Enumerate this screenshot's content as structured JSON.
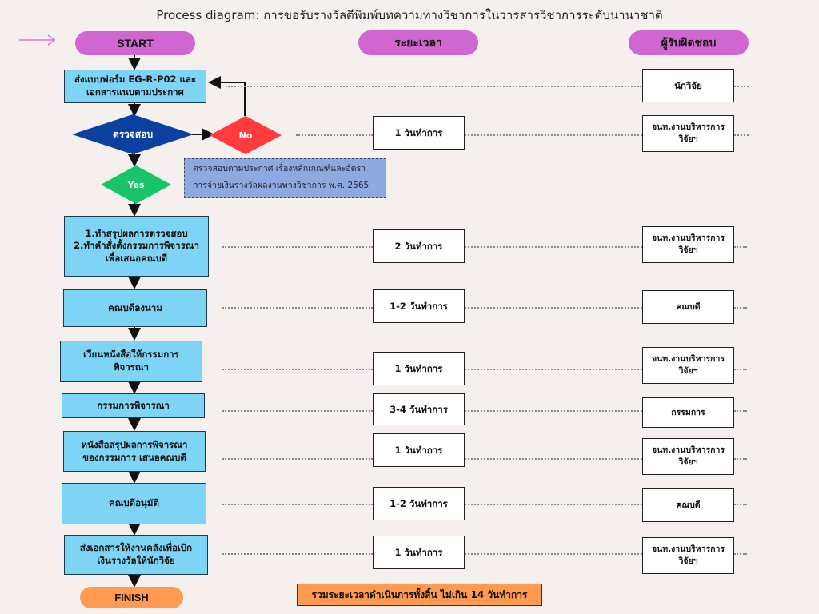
{
  "title": "Process diagram: การขอรับรางวัลตีพิมพ์บทความทางวิชาการในวารสารวิชาการระดับนานาชาติ",
  "headers": {
    "start": "START",
    "duration": "ระยะเวลา",
    "responsible": "ผู้รับผิดชอบ"
  },
  "steps": [
    {
      "text": "ส่งแบบฟอร์ม EG-R-P02 และ\nเอกสารแนบตามประกาศ",
      "duration": "",
      "responsible": "นักวิจัย"
    },
    {
      "text": "ตรวจสอบ",
      "duration": "1 วันทำการ",
      "responsible": "จนท.งานบริหารการ\nวิจัยฯ"
    },
    {
      "text": "1.ทำสรุปผลการตรวจสอบ\n2.ทำคำสั่งตั้งกรรมการพิจารณา\nเพื่อเสนอคณบดี",
      "duration": "2 วันทำการ",
      "responsible": "จนท.งานบริหารการ\nวิจัยฯ"
    },
    {
      "text": "คณบดีลงนาม",
      "duration": "1-2 วันทำการ",
      "responsible": "คณบดี"
    },
    {
      "text": "เวียนหนังสือให้กรรมการ\nพิจารณา",
      "duration": "1  วันทำการ",
      "responsible": "จนท.งานบริหารการ\nวิจัยฯ"
    },
    {
      "text": "กรรมการพิจารณา",
      "duration": "3-4 วันทำการ",
      "responsible": "กรรมการ"
    },
    {
      "text": "หนังสือสรุปผลการพิจารณา\nของกรรมการ เสนอคณบดี",
      "duration": "1 วันทำการ",
      "responsible": "จนท.งานบริหารการ\nวิจัยฯ"
    },
    {
      "text": "คณบดีอนุมัติ",
      "duration": "1-2 วันทำการ",
      "responsible": "คณบดี"
    },
    {
      "text": "ส่งเอกสารให้งานคลังเพื่อเบิก\nเงินรางวัลให้นักวิจัย",
      "duration": "1 วันทำการ",
      "responsible": "จนท.งานบริหารการ\nวิจัยฯ"
    }
  ],
  "decision": {
    "no": "No",
    "yes": "Yes"
  },
  "note": "ตรวจสอบตามประกาศ เรื่องหลักเกณฑ์และอัตรา\nการจ่ายเงินรางวัลผลงานทางวิชาการ พ.ศ. 2565",
  "finish": "FINISH",
  "total": "รวมระยะเวลาดำเนินการทั้งสิ้น ไม่เกิน 14 วันทำการ",
  "colors": {
    "pill": "#d066d0",
    "step": "#7dd4f5",
    "decision": "#0b3fa0",
    "no": "#ff3b3b",
    "yes": "#18c36a",
    "finish": "#ff9a50",
    "note": "#8ea8e0",
    "background": "#f5efed"
  }
}
